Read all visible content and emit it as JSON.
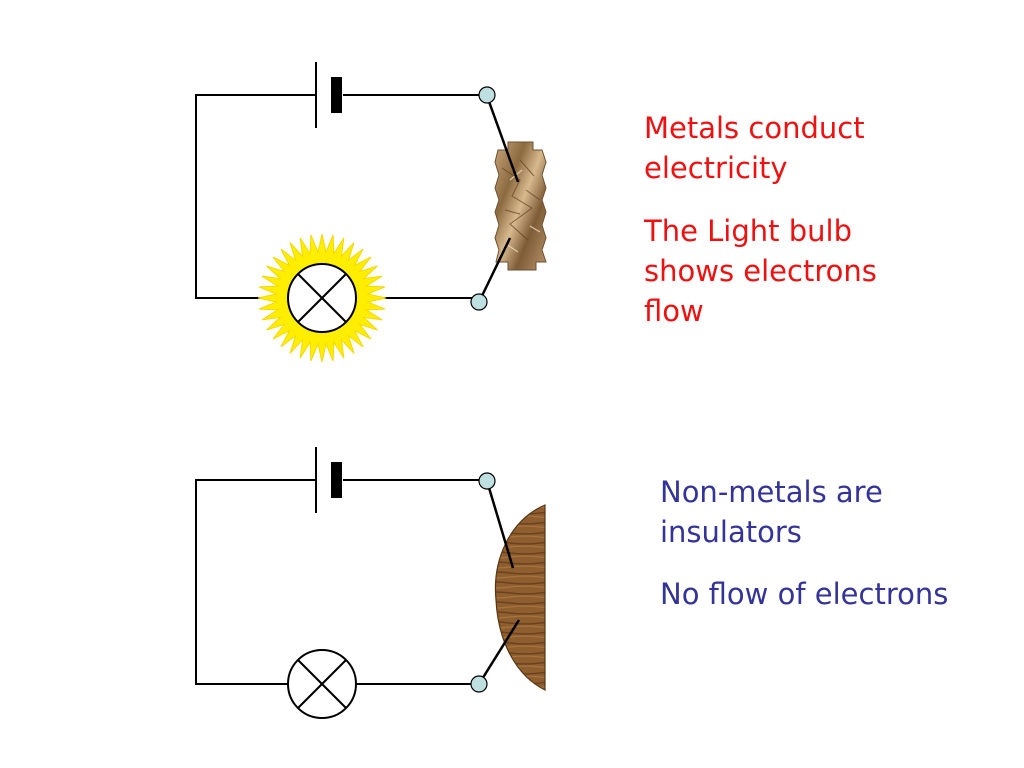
{
  "captions": {
    "metal": {
      "line1": "Metals conduct electricity",
      "line2": "The Light bulb shows electrons flow"
    },
    "nonmetal": {
      "line1": "Non-metals are insulators",
      "line2": "No flow of electrons"
    }
  },
  "colors": {
    "wire": "#000000",
    "terminal_fill": "#bfe0e0",
    "glow": "#ffee00",
    "glow_stroke": "#f5d800",
    "foil": "#a07a4a",
    "wood": "#8a5a2b",
    "metal_text": "#ee1111",
    "nonmetal_text": "#333399"
  },
  "circuits": [
    {
      "id": "metal-circuit",
      "bulb_lit": true,
      "material": "foil"
    },
    {
      "id": "nonmetal-circuit",
      "bulb_lit": false,
      "material": "wood"
    }
  ]
}
